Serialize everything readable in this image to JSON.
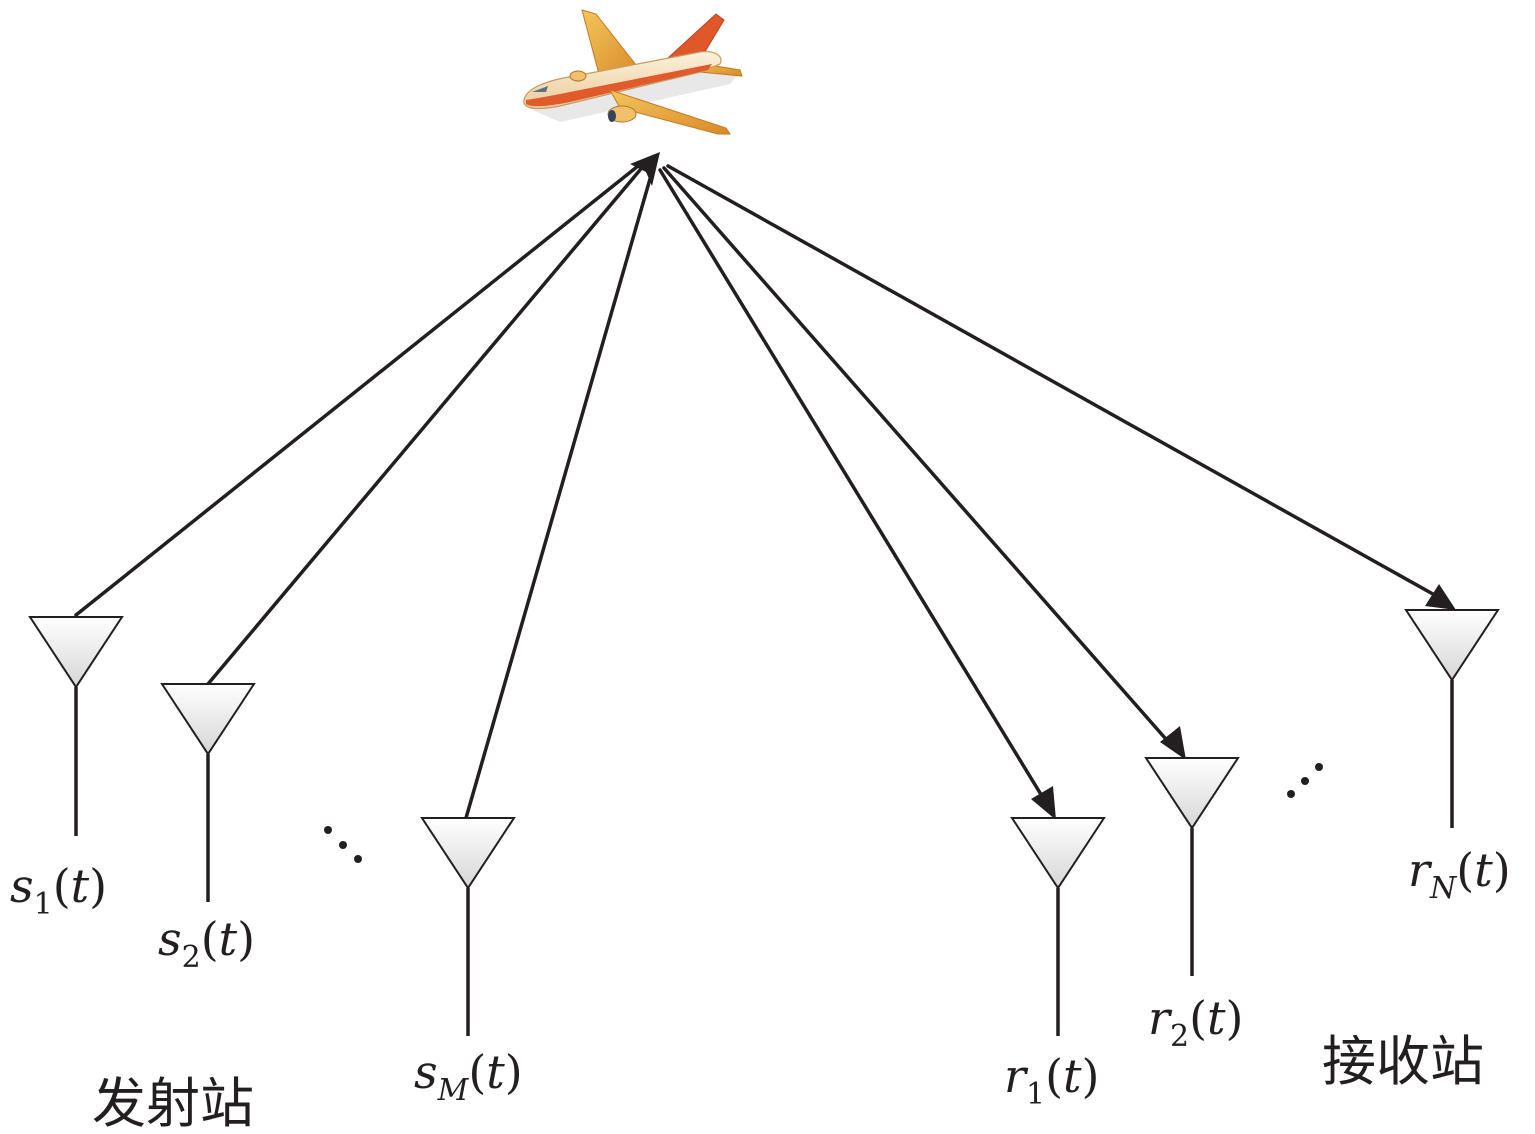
{
  "colors": {
    "line": "#231f20",
    "antenna_fill_top": "#ffffff",
    "antenna_fill_bottom": "#d9d9d9",
    "plane_body": "#f6e2bf",
    "plane_stripe": "#e05a2b",
    "plane_tail": "#e8a93c"
  },
  "icons": {
    "target": "airplane-icon",
    "antenna": "antenna-icon"
  },
  "transmitters": [
    {
      "sym": "s",
      "sub": "1",
      "arg": "t"
    },
    {
      "sym": "s",
      "sub": "2",
      "arg": "t"
    },
    {
      "sym": "s",
      "sub": "M",
      "arg": "t"
    }
  ],
  "receivers": [
    {
      "sym": "r",
      "sub": "1",
      "arg": "t"
    },
    {
      "sym": "r",
      "sub": "2",
      "arg": "t"
    },
    {
      "sym": "r",
      "sub": "N",
      "arg": "t"
    }
  ],
  "labels": {
    "transmit_station": "发射站",
    "receive_station": "接收站"
  }
}
